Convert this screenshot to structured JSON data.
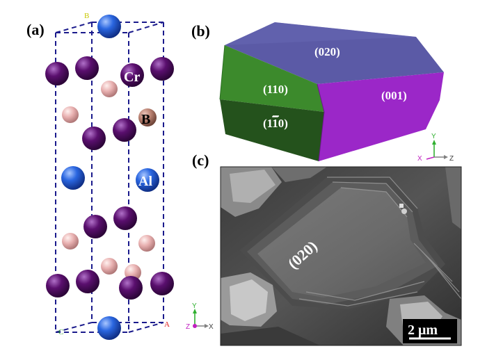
{
  "panels": {
    "a": {
      "label": "(a)",
      "cell_corners": {
        "b": "B",
        "a": "A",
        "c": "C"
      },
      "atom_labels": {
        "cr": "Cr",
        "b": "B",
        "al": "Al"
      },
      "axes": {
        "y": "Y",
        "z": "Z",
        "x": "X"
      },
      "colors": {
        "cr": "#5a0f6e",
        "b": "#e8b0b0",
        "al": "#2a66e0",
        "cell": "#1a1a8c"
      }
    },
    "b": {
      "label": "(b)",
      "faces": {
        "top": "(020)",
        "left_upper": "(110)",
        "left_lower_prefix": "(1",
        "left_lower_bar": "1",
        "left_lower_suffix": "0)",
        "right": "(001)"
      },
      "axes": {
        "y": "Y",
        "x": "X",
        "z": "Z"
      },
      "colors": {
        "top": "#5b5aa6",
        "left_upper": "#3c8a2c",
        "left_lower": "#24521c",
        "right": "#9b27c8"
      }
    },
    "c": {
      "label": "(c)",
      "facet_label": "(020)",
      "scale_bar": "2 μm"
    }
  }
}
